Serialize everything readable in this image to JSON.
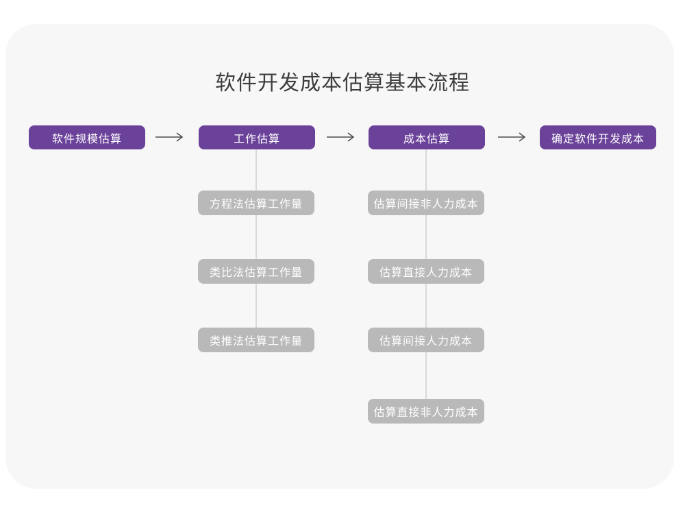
{
  "title": "软件开发成本估算基本流程",
  "colors": {
    "page_background": "#ffffff",
    "card_background": "#f7f7f7",
    "main_node": "#6B4299",
    "sub_node": "#b9b9b9",
    "node_text": "#ffffff",
    "title_text": "#3d3d3d",
    "arrow": "#4d4d4d",
    "connector": "#d9d9d9"
  },
  "flow": {
    "main_steps": [
      {
        "label": "软件规模估算"
      },
      {
        "label": "工作估算"
      },
      {
        "label": "成本估算"
      },
      {
        "label": "确定软件开发成本"
      }
    ],
    "work_substeps": [
      {
        "label": "方程法估算工作量"
      },
      {
        "label": "类比法估算工作量"
      },
      {
        "label": "类推法估算工作量"
      }
    ],
    "cost_substeps": [
      {
        "label": "估算间接非人力成本"
      },
      {
        "label": "估算直接人力成本"
      },
      {
        "label": "估算间接人力成本"
      },
      {
        "label": "估算直接非人力成本"
      }
    ]
  }
}
